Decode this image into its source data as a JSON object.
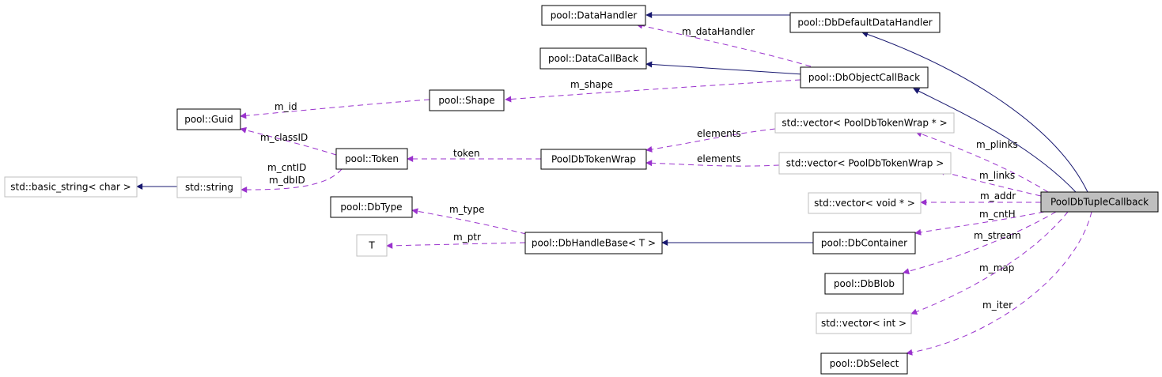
{
  "diagram": {
    "nodes": {
      "data_handler": "pool::DataHandler",
      "db_default_data_handler": "pool::DbDefaultDataHandler",
      "data_call_back": "pool::DataCallBack",
      "db_object_call_back": "pool::DbObjectCallBack",
      "shape": "pool::Shape",
      "guid": "pool::Guid",
      "vector_tokenwrap_ptr": "std::vector< PoolDbTokenWrap * >",
      "token": "pool::Token",
      "pool_db_token_wrap": "PoolDbTokenWrap",
      "vector_tokenwrap": "std::vector< PoolDbTokenWrap >",
      "basic_string": "std::basic_string< char >",
      "std_string": "std::string",
      "vector_void_ptr": "std::vector< void * >",
      "pool_db_tuple_callback": "PoolDbTupleCallback",
      "db_type": "pool::DbType",
      "t": "T",
      "db_handle_base": "pool::DbHandleBase< T >",
      "db_container": "pool::DbContainer",
      "db_blob": "pool::DbBlob",
      "vector_int": "std::vector< int >",
      "db_select": "pool::DbSelect"
    },
    "edge_labels": {
      "m_data_handler": "m_dataHandler",
      "m_shape": "m_shape",
      "m_id": "m_id",
      "m_class_id": "m_classID",
      "elements_1": "elements",
      "elements_2": "elements",
      "token": "token",
      "m_cnt_id": "m_cntID",
      "m_db_id": "m_dbID",
      "m_plinks": "m_plinks",
      "m_links": "m_links",
      "m_addr": "m_addr",
      "m_cnt_h": "m_cntH",
      "m_type": "m_type",
      "m_ptr": "m_ptr",
      "m_stream": "m_stream",
      "m_map": "m_map",
      "m_iter": "m_iter"
    },
    "colors": {
      "inheritance_edge": "#191970",
      "usage_edge": "#9a32cd",
      "focus_node_fill": "#bfbfbf",
      "documented_node_border": "#000000",
      "undocumented_node_border": "#bfbfbf"
    }
  }
}
